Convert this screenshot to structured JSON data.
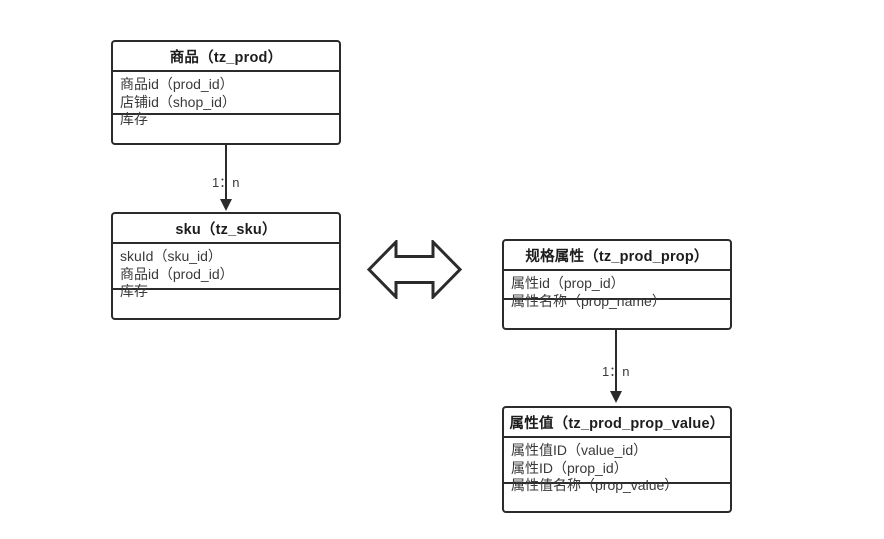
{
  "diagram": {
    "type": "er-uml-class-diagram",
    "background": "#ffffff",
    "stroke_color": "#2b2b2b",
    "text_color": "#3a3a3a",
    "entities": [
      {
        "id": "tz_prod",
        "title": "商品（tz_prod）",
        "fields": [
          "商品id（prod_id）",
          "店铺id（shop_id）",
          "库存"
        ]
      },
      {
        "id": "tz_sku",
        "title": "sku（tz_sku）",
        "fields": [
          "skuId（sku_id）",
          "商品id（prod_id）",
          "库存"
        ]
      },
      {
        "id": "tz_prod_prop",
        "title": "规格属性（tz_prod_prop）",
        "fields": [
          "属性id（prop_id）",
          "属性名称（prop_name）"
        ]
      },
      {
        "id": "tz_prod_prop_value",
        "title": "属性值（tz_prod_prop_value）",
        "fields": [
          "属性值ID（value_id）",
          "属性ID（prop_id）",
          "属性值名称（prop_value）"
        ]
      }
    ],
    "relationships": [
      {
        "id": "prod-to-sku",
        "from": "tz_prod",
        "to": "tz_sku",
        "label": "1：n",
        "arrow": "down-solid"
      },
      {
        "id": "prop-to-prop-value",
        "from": "tz_prod_prop",
        "to": "tz_prod_prop_value",
        "label": "1：n",
        "arrow": "down-solid"
      }
    ],
    "connectors": [
      {
        "id": "sku-prop-link",
        "shape": "double-headed-arrow",
        "orientation": "horizontal",
        "style": "hollow"
      }
    ]
  }
}
